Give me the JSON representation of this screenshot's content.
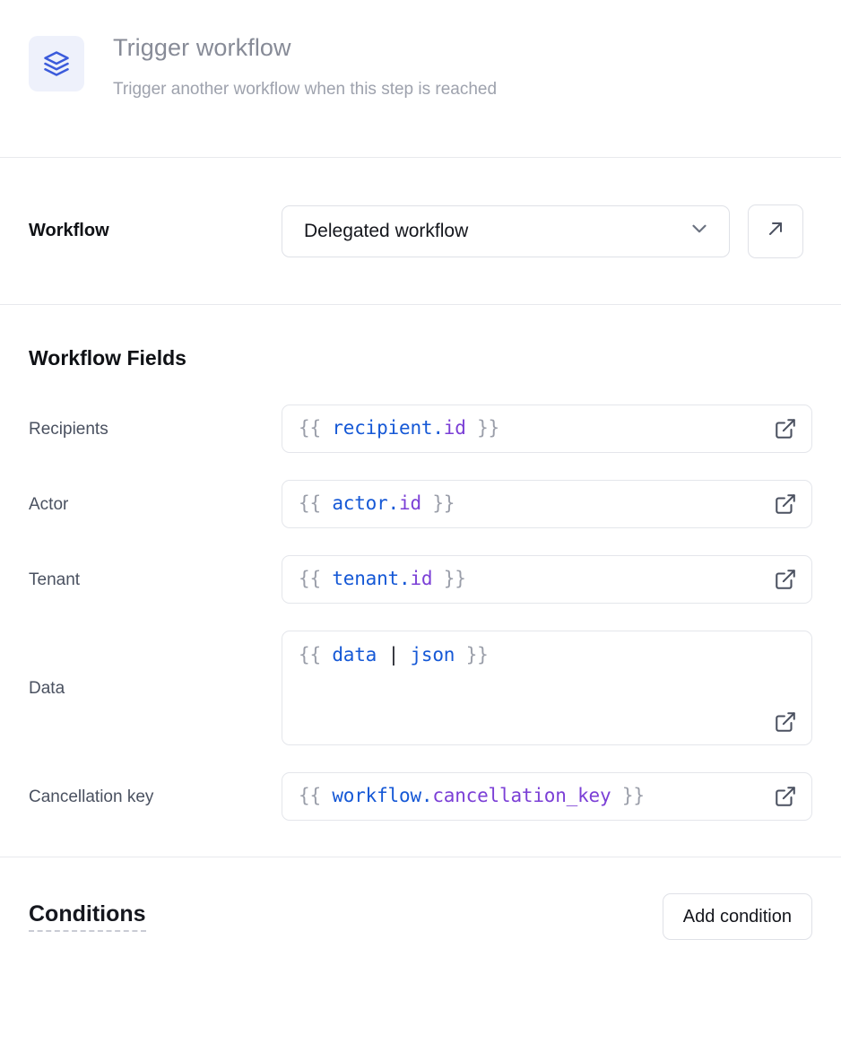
{
  "header": {
    "icon": "layers-icon",
    "title": "Trigger workflow",
    "subtitle": "Trigger another workflow when this step is reached",
    "icon_color": "#3b5bdb",
    "icon_bg": "#eef1fb"
  },
  "workflow": {
    "label": "Workflow",
    "selected": "Delegated workflow",
    "chevron_icon": "chevron-down-icon",
    "open_button_icon": "arrow-up-right-icon"
  },
  "fields_section": {
    "title": "Workflow Fields",
    "external_icon": "external-link-icon",
    "fields": [
      {
        "label": "Recipients",
        "value": "{{ recipient.id }}",
        "tokens": [
          {
            "t": "{{ ",
            "c": "brace"
          },
          {
            "t": "recipient.",
            "c": "tok-blue"
          },
          {
            "t": "id",
            "c": "tok-purple"
          },
          {
            "t": " }}",
            "c": "brace"
          }
        ],
        "multiline": false
      },
      {
        "label": "Actor",
        "value": "{{ actor.id }}",
        "tokens": [
          {
            "t": "{{ ",
            "c": "brace"
          },
          {
            "t": "actor.",
            "c": "tok-blue"
          },
          {
            "t": "id",
            "c": "tok-purple"
          },
          {
            "t": " }}",
            "c": "brace"
          }
        ],
        "multiline": false
      },
      {
        "label": "Tenant",
        "value": "{{ tenant.id }}",
        "tokens": [
          {
            "t": "{{ ",
            "c": "brace"
          },
          {
            "t": "tenant.",
            "c": "tok-blue"
          },
          {
            "t": "id",
            "c": "tok-purple"
          },
          {
            "t": " }}",
            "c": "brace"
          }
        ],
        "multiline": false
      },
      {
        "label": "Data",
        "value": "{{ data | json }}",
        "tokens": [
          {
            "t": "{{ ",
            "c": "brace"
          },
          {
            "t": "data",
            "c": "tok-blue"
          },
          {
            "t": " | ",
            "c": "tok-dark"
          },
          {
            "t": "json",
            "c": "tok-blue"
          },
          {
            "t": " }}",
            "c": "brace"
          }
        ],
        "multiline": true
      },
      {
        "label": "Cancellation key",
        "value": "{{ workflow.cancellation_key }}",
        "tokens": [
          {
            "t": "{{ ",
            "c": "brace"
          },
          {
            "t": "workflow.",
            "c": "tok-blue"
          },
          {
            "t": "cancellation_key",
            "c": "tok-purple"
          },
          {
            "t": " }}",
            "c": "brace"
          }
        ],
        "multiline": false
      }
    ]
  },
  "conditions": {
    "title": "Conditions",
    "add_label": "Add condition"
  }
}
